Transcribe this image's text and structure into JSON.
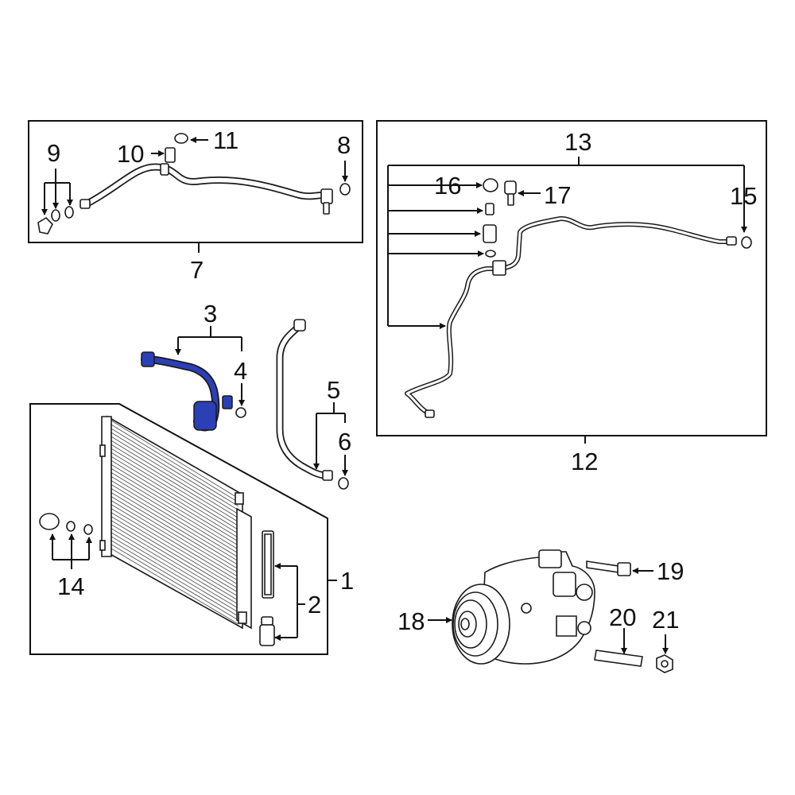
{
  "diagram": {
    "highlight_color": "#2b3fb6",
    "callouts": {
      "c1": "1",
      "c2": "2",
      "c3": "3",
      "c4": "4",
      "c5": "5",
      "c6": "6",
      "c7": "7",
      "c8": "8",
      "c9": "9",
      "c10": "10",
      "c11": "11",
      "c12": "12",
      "c13": "13",
      "c14": "14",
      "c15": "15",
      "c16": "16",
      "c17": "17",
      "c18": "18",
      "c19": "19",
      "c20": "20",
      "c21": "21"
    }
  }
}
